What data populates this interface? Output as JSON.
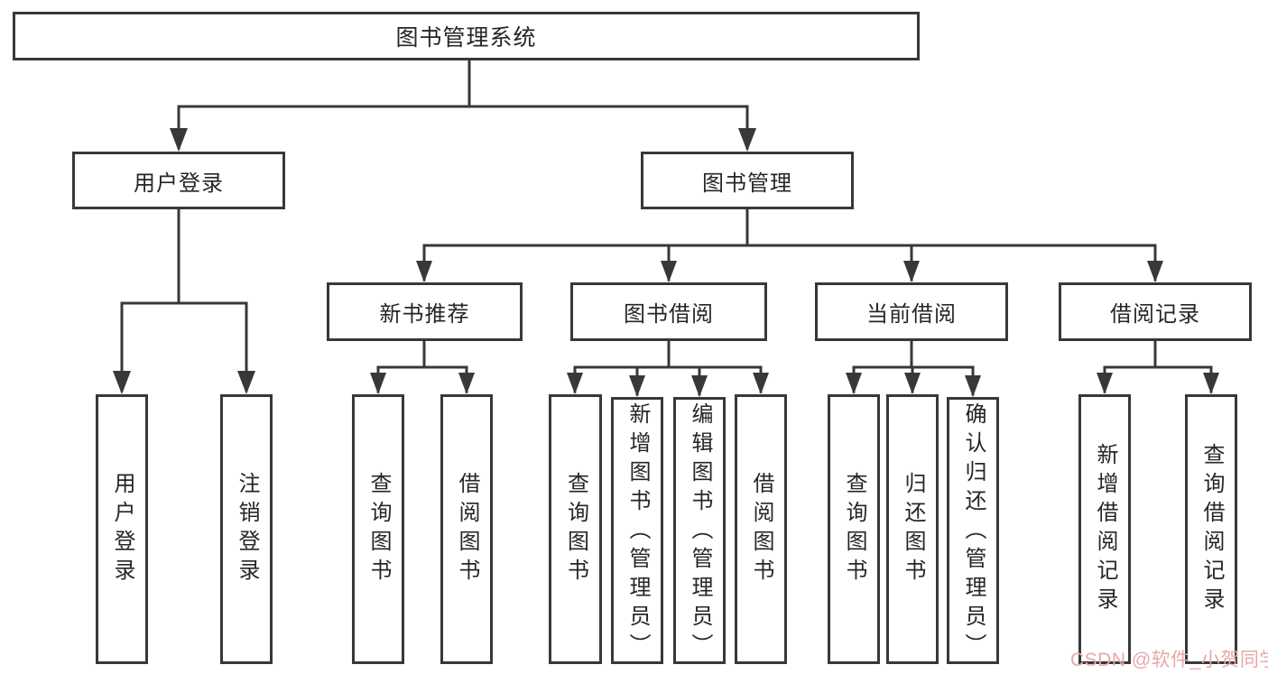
{
  "diagram": {
    "root": {
      "label": "图书管理系统"
    },
    "branches": [
      {
        "label": "用户登录",
        "children": [
          {
            "label": "用户登录"
          },
          {
            "label": "注销登录"
          }
        ]
      },
      {
        "label": "图书管理",
        "children": [
          {
            "label": "新书推荐",
            "children": [
              {
                "label": "查询图书"
              },
              {
                "label": "借阅图书"
              }
            ]
          },
          {
            "label": "图书借阅",
            "children": [
              {
                "label": "查询图书"
              },
              {
                "label": "新增图书（管理员）"
              },
              {
                "label": "编辑图书（管理员）"
              },
              {
                "label": "借阅图书"
              }
            ]
          },
          {
            "label": "当前借阅",
            "children": [
              {
                "label": "查询图书"
              },
              {
                "label": "归还图书"
              },
              {
                "label": "确认归还（管理员）"
              }
            ]
          },
          {
            "label": "借阅记录",
            "children": [
              {
                "label": "新增借阅记录"
              },
              {
                "label": "查询借阅记录"
              }
            ]
          }
        ]
      }
    ]
  },
  "watermark": {
    "text": "CSDN @软件_小贺同学"
  },
  "colors": {
    "line": "#383838",
    "text": "#262626",
    "background": "#ffffff",
    "watermark": "#e8a8a8"
  }
}
